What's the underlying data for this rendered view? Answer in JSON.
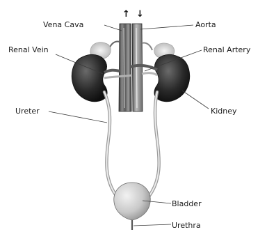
{
  "diagram": {
    "labels": {
      "vena_cava": "Vena Cava",
      "aorta": "Aorta",
      "renal_vein": "Renal Vein",
      "renal_artery": "Renal Artery",
      "ureter": "Ureter",
      "kidney": "Kidney",
      "bladder": "Bladder",
      "urethra": "Urethra"
    },
    "flow_arrows": {
      "up": "↑",
      "down": "↓"
    }
  }
}
